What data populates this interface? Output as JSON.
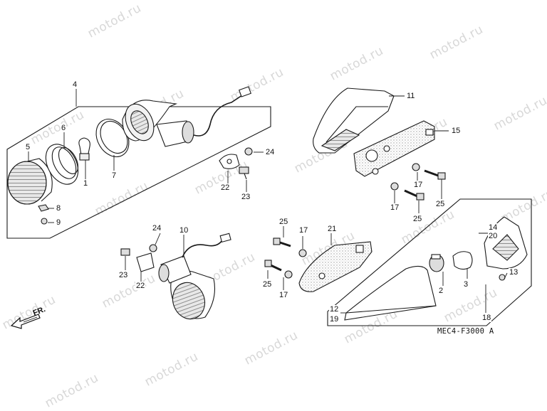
{
  "watermark": "motod.ru",
  "diagram_code": "MEC4-F3000 A",
  "direction_label": "FR.",
  "callouts": {
    "c1": "1",
    "c2": "2",
    "c3": "3",
    "c4": "4",
    "c5": "5",
    "c6": "6",
    "c7": "7",
    "c8": "8",
    "c9": "9",
    "c10": "10",
    "c11": "11",
    "c12": "12",
    "c13": "13",
    "c14": "14",
    "c15": "15",
    "c17a": "17",
    "c17b": "17",
    "c17c": "17",
    "c17d": "17",
    "c18": "18",
    "c19": "19",
    "c20": "20",
    "c21": "21",
    "c22a": "22",
    "c22b": "22",
    "c23a": "23",
    "c23b": "23",
    "c24a": "24",
    "c24b": "24",
    "c25a": "25",
    "c25b": "25",
    "c25c": "25",
    "c25d": "25"
  },
  "colors": {
    "line": "#1a1a1a",
    "watermark": "#d8d8d8",
    "stipple": "#bdbdbd"
  }
}
